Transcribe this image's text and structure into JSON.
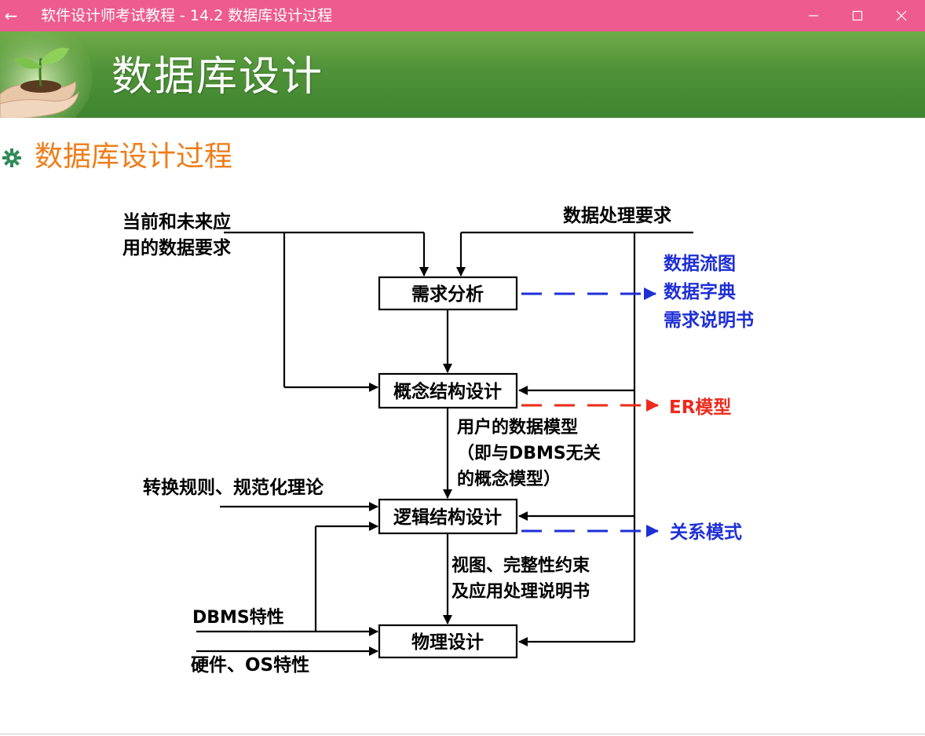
{
  "window": {
    "title": "软件设计师考试教程 - 14.2  数据库设计过程"
  },
  "slide": {
    "heading": "数据库设计",
    "subtitle": "数据库设计过程"
  },
  "diagram": {
    "boxes": {
      "requirements": "需求分析",
      "conceptual": "概念结构设计",
      "logical": "逻辑结构设计",
      "physical": "物理设计"
    },
    "inputs": {
      "data_req_line1": "当前和未来应",
      "data_req_line2": "用的数据要求",
      "processing_req": "数据处理要求",
      "rules": "转换规则、规范化理论",
      "dbms": "DBMS特性",
      "hardware": "硬件、OS特性"
    },
    "intermediate": {
      "user_model_line1": "用户的数据模型",
      "user_model_line2": "（即与DBMS无关",
      "user_model_line3": "的概念模型）",
      "views_line1": "视图、完整性约束",
      "views_line2": "及应用处理说明书"
    },
    "outputs": {
      "dfd": "数据流图",
      "dictionary": "数据字典",
      "spec": "需求说明书",
      "er": "ER模型",
      "relational": "关系模式"
    },
    "colors": {
      "line": "#000000",
      "blue": "#1e2fd6",
      "red": "#ee2a1c",
      "subtitle": "#ee7d1a",
      "titlebar": "#ee5b8f",
      "banner": "#4f9238"
    }
  }
}
